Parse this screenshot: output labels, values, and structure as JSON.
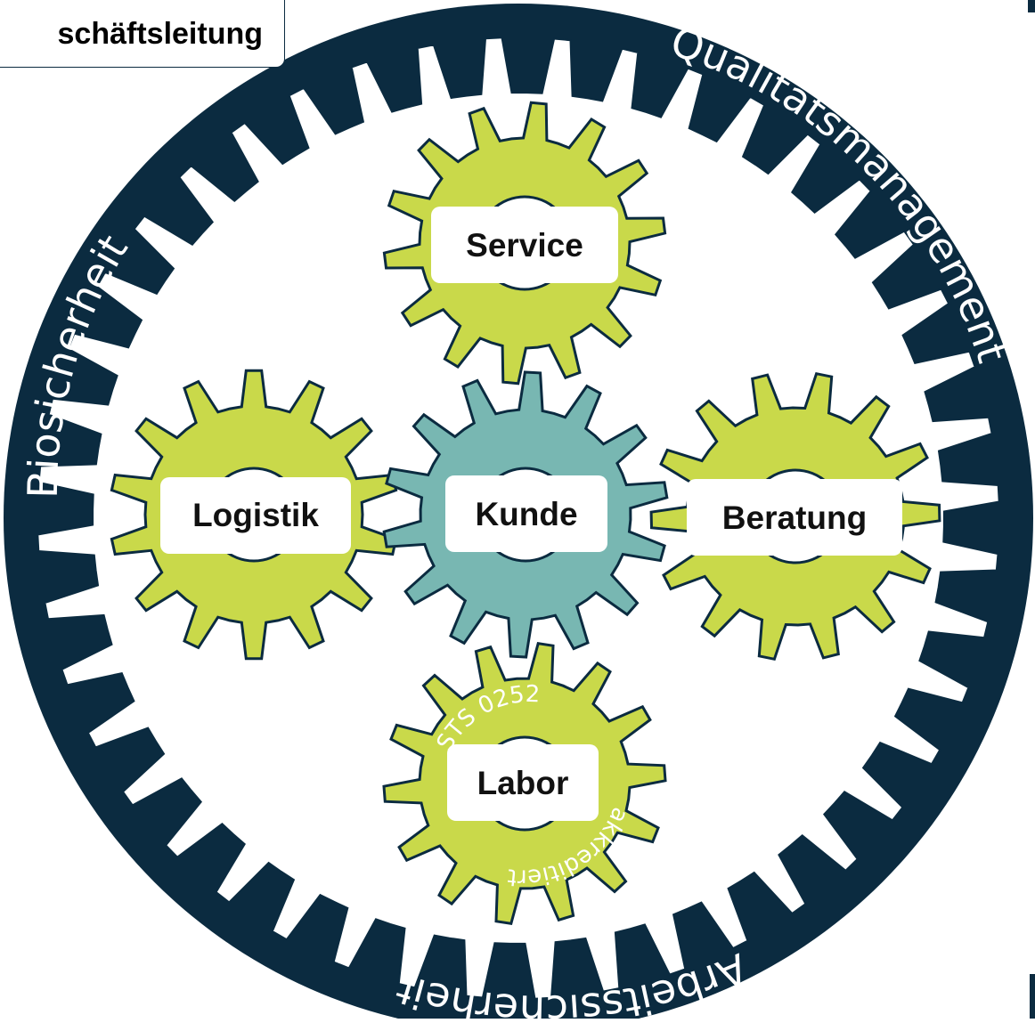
{
  "header": {
    "title": "schäftsleitung"
  },
  "ring_labels": {
    "left": "Biosicherheit",
    "right": "Qualitätsmanagement",
    "bottom": "Arbeitssicherheit"
  },
  "gears": {
    "service": "Service",
    "logistik": "Logistik",
    "kunde": "Kunde",
    "beratung": "Beratung",
    "labor": "Labor"
  },
  "labor_arcs": {
    "top": "STS 0252",
    "bottom": "akkreditiert"
  },
  "colors": {
    "ring": "#0b2b40",
    "gear_green": "#c9d94a",
    "gear_teal": "#78b7b2",
    "outline": "#0b2b40",
    "white": "#ffffff"
  }
}
